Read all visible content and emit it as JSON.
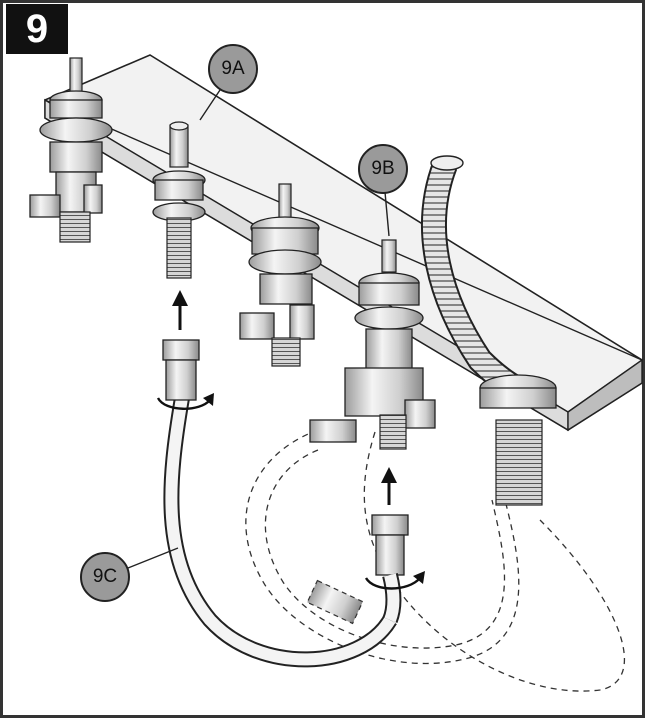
{
  "step": {
    "number": "9"
  },
  "callouts": [
    {
      "id": "9a",
      "label": "9A"
    },
    {
      "id": "9b",
      "label": "9B"
    },
    {
      "id": "9c",
      "label": "9C"
    }
  ],
  "colors": {
    "badge_background": "#111111",
    "callout_fill": "#9a9a9a",
    "outline": "#222222",
    "metal_light": "#ececec",
    "metal_mid": "#c8c8c8",
    "metal_dark": "#8c8c8c"
  },
  "icons": [
    "hand-valve-icon",
    "spout-shank-icon",
    "diverter-valve-icon",
    "supply-hose-icon",
    "up-arrow-icon",
    "rotate-arrow-icon"
  ]
}
